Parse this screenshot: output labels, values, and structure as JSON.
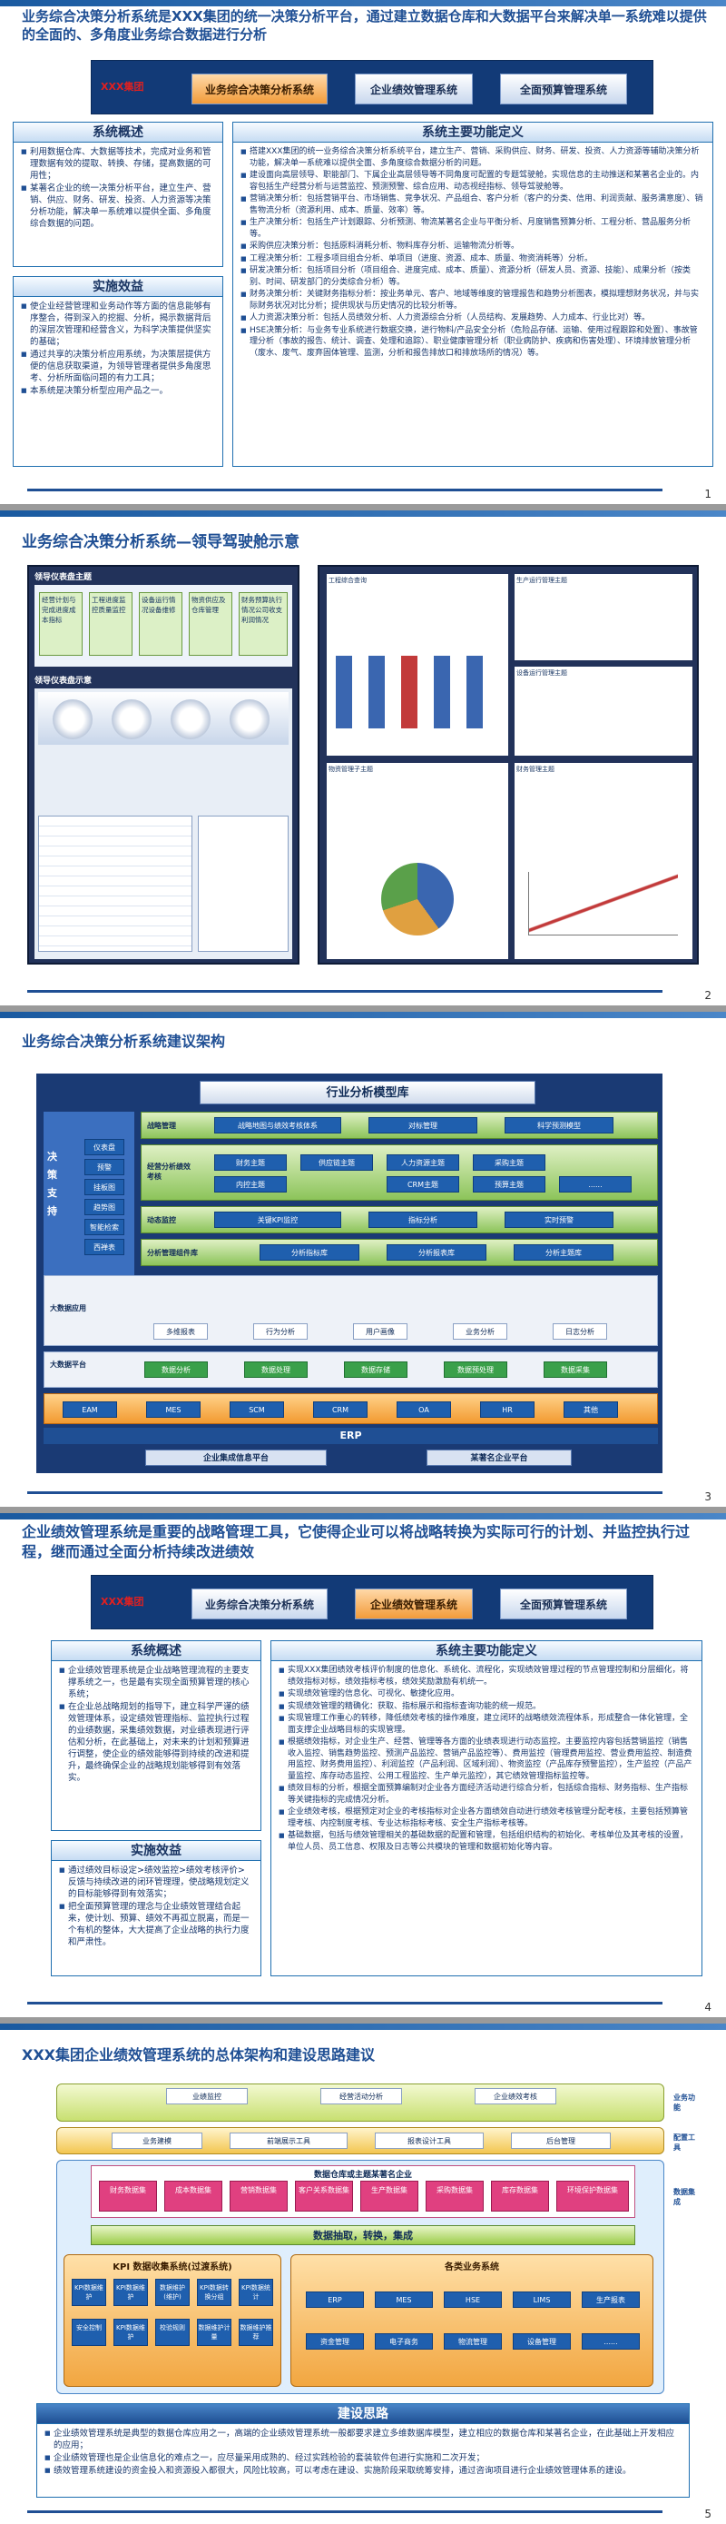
{
  "s1": {
    "title": "业务综合决策分析系统是XXX集团的统一决策分析平台，通过建立数据仓库和大数据平台来解决单一系统难以提供的全面的、多角度业务综合数据进行分析",
    "logo": "XXX集团",
    "tabs": [
      "业务综合决策分析系统",
      "企业绩效管理系统",
      "全面预算管理系统"
    ],
    "overview_title": "系统概述",
    "overview": [
      "利用数据仓库、大数据等技术，完成对业务和管理数据有效的提取、转换、存储，提高数据的可用性；",
      "某著名企业的统一决策分析平台，建立生产、营销、供应、财务、研发、投资、人力资源等决策分析功能，解决单一系统难以提供全面、多角度综合数据的问题。"
    ],
    "benefit_title": "实施效益",
    "benefits": [
      "使企业经营管理和业务动作等方面的信息能够有序整合，得到深入的挖掘、分析，揭示数据背后的深层次管理和经营含义，为科学决策提供坚实的基础；",
      "通过共享的决策分析应用系统，为决策层提供方便的信息获取渠道，为领导管理者提供多角度思考、分析所面临问题的有力工具；",
      "本系统是决策分析型应用产品之一。"
    ],
    "func_title": "系统主要功能定义",
    "funcs": [
      "搭建XXX集团的统一业务综合决策分析系统平台，建立生产、营销、采购供应、财务、研发、投资、人力资源等辅助决策分析功能，解决单一系统难以提供全面、多角度综合数据分析的问题。",
      "建设面向高层领导、职能部门、下属企业高层领导等不同角度可配置的专题驾驶舱，实现信息的主动推送和某著名企业的。内容包括生产经营分析与运营监控、预测预警、综合应用、动态视经指标、领导驾驶舱等。",
      "营销决策分析：包括营销平台、市场销售、竞争状况、产品组合、客户分析（客户的分类、信用、利润贡献、服务满意度）、销售物流分析（资源利用、成本、质量、效率）等。",
      "生产决策分析：包括生产计划跟踪、分析预测、物流某著名企业与平衡分析、月度销售预算分析、工程分析、营品服务分析等。",
      "采购供应决策分析：包括原料消耗分析、物料库存分析、运输物流分析等。",
      "工程决策分析：工程多项目组合分析、单项目（进度、资源、成本、质量、物资消耗等）分析。",
      "研发决策分析：包括项目分析（项目组合、进度完成、成本、质量）、资源分析（研发人员、资源、技能）、成果分析（按类别、时间、研发部门的分类综合分析）等。",
      "财务决策分析：关键财务指标分析：按业务单元、客户、地域等维度的管理报告和趋势分析图表，模拟理想财务状况，并与实际财务状况对比分析；提供现状与历史情况的比较分析等。",
      "人力资源决策分析：包括人员绩效分析、人力资源综合分析（人员结构、发展趋势、人力成本、行业比对）等。",
      "HSE决策分析：与业务专业系统进行数据交换，进行物料/产品安全分析（危险品存储、运输、使用过程跟踪和处置）、事故管理分析（事故的报告、统计、调查、处理和追踪）、职业健康管理分析（职业病防护、疾病和伤害处理）、环境排放管理分析（废水、废气、废弃固体管理、监测，分析和报告排放口和排放场所的情况）等。"
    ],
    "page": "1"
  },
  "s2": {
    "title": "业务综合决策分析系统—领导驾驶舱示意",
    "tl_label": "领导仪表盘主题",
    "topics": [
      "经营计划与完成进度成本指标",
      "工程进度监控质量监控",
      "设备运行情况设备维修",
      "物资供应及仓库管理",
      "财务预算执行情况公司收支利润情况"
    ],
    "tl2_label": "领导仪表盘示意",
    "panel_labels": [
      "工程综合查询",
      "生产运行管理主题",
      "设备运行管理主题",
      "物资管理子主题",
      "财务管理主题"
    ],
    "page": "2"
  },
  "s3": {
    "title": "业务综合决策分析系统建议架构",
    "header": "行业分析模型库",
    "left_label": "决策支持",
    "left_items": [
      "仪表盘",
      "预警",
      "挂板图",
      "趋势图",
      "智能检索",
      "西禅表"
    ],
    "rows": [
      {
        "label": "战略管理",
        "items": [
          "战略地图与绩效考核体系",
          "对标管理",
          "科学预测模型"
        ]
      },
      {
        "label": "经营分析绩效考核",
        "items": [
          "财务主题",
          "供应链主题",
          "人力资源主题",
          "采购主题",
          "CRM主题",
          "......",
          "内控主题",
          "预算主题"
        ]
      },
      {
        "label": "动态监控",
        "items": [
          "关键KPI监控",
          "指标分析",
          "实时预警"
        ]
      },
      {
        "label": "分析管理组件库",
        "items": [
          "分析指标库",
          "分析报表库",
          "分析主题库"
        ]
      }
    ],
    "bigdata_label": "大数据应用",
    "bigdata_items": [
      "多维报表",
      "行为分析",
      "用户画像",
      "业务分析",
      "日志分析"
    ],
    "platform_label": "大数据平台",
    "platform_items": [
      "数据分析",
      "数据处理",
      "数据存储",
      "数据预处理",
      "数据采集"
    ],
    "systems": [
      "EAM",
      "MES",
      "SCM",
      "CRM",
      "OA",
      "HR",
      "其他"
    ],
    "erp": "ERP",
    "bottom": [
      "企业集成信息平台",
      "某著名企业平台"
    ],
    "page": "3"
  },
  "s4": {
    "title": "企业绩效管理系统是重要的战略管理工具，它使得企业可以将战略转换为实际可行的计划、并监控执行过程，继而通过全面分析持续改进绩效",
    "logo": "XXX集团",
    "tabs": [
      "业务综合决策分析系统",
      "企业绩效管理系统",
      "全面预算管理系统"
    ],
    "overview_title": "系统概述",
    "overview": [
      "企业绩效管理系统是企业战略管理流程的主要支撑系统之一，也是最有实现全面预算管理的核心系统；",
      "在企业总战略规划的指导下，建立科学严谨的绩效管理体系，设定绩效管理指标、监控执行过程的业绩数据，采集绩效数据，对业绩表现进行评估和分析，在此基础上，对未来的计划和预算进行调整，使企业的绩效能够得到持续的改进和提升，最终确保企业的战略规划能够得到有效落实。"
    ],
    "benefit_title": "实施效益",
    "benefits": [
      "通过绩效目标设定>绩效监控>绩效考核评价>反馈与持续改进的闭环管理理，使战略规划定义的目标能够得到有效落实；",
      "把全面预算管理的理念与企业绩效管理结合起来，使计划、预算、绩效不再孤立脱离，而是一个有机的整体，大大提高了企业战略的执行力度和严肃性。"
    ],
    "func_title": "系统主要功能定义",
    "funcs": [
      "实现XXX集团绩效考核评价制度的信息化、系统化、流程化，实现绩效管理过程的节点管理控制和分层细化，将绩效指标对标，绩效指标考核，绩效奖励激励有机统一。",
      "实现绩效管理的信息化、可视化、敏捷化应用。",
      "实现绩效管理的精确化：获取、指标展示和指标查询功能的统一规范。",
      "实现管理工作重心的转移，降低绩效考核的操作难度，建立闭环的战略绩效流程体系，形成整合一体化管理，全面支撑企业战略目标的实现管理。",
      "根据绩效指标，对企业生产、经营、管理等各方面的业绩表现进行动态监控。主要监控内容包括营销监控（销售收入监控、销售趋势监控、预测产品监控、营销产品监控等）、费用监控（管理费用监控、营业费用监控、制造费用监控、财务费用监控）、利润监控（产品利润、区域利润）、物资监控（产品库存预警监控），生产监控（产品产量监控、库存动态监控、公用工程监控、生产单元监控），其它绩效管理指标监控等。",
      "绩效目标的分析，根据全面预算编制对企业各方面经济活动进行综合分析，包括综合指标、财务指标、生产指标等关键指标的完成情况分析。",
      "企业绩效考核，根据预定对企业的考核指标对企业各方面绩效自动进行绩效考核管理分配考核，主要包括预算管理考核、内控制度考核、专业达标指标考核、安全生产指标考核等。",
      "基础数据，包括与绩效管理相关的基础数据的配置和管理，包括组织结构的初始化、考核单位及其考核的设置，单位人员、员工信息、权限及日志等公共模块的管理和数据初始化等内容。"
    ],
    "page": "4"
  },
  "s5": {
    "title": "XXX集团企业绩效管理系统的总体架构和建设思路建议",
    "biz_label": "业务功能",
    "biz_items": [
      "业绩监控",
      "经营活动分析",
      "企业绩效考核"
    ],
    "tool_label": "配置工具",
    "tool_items": [
      "业务建模",
      "前端展示工具",
      "报表设计工具",
      "后台管理"
    ],
    "data_label": "数据集成",
    "warehouse": "数据仓库或主题某著名企业",
    "subjects": [
      "财务数据集",
      "成本数据集",
      "营销数据集",
      "客户关系数据集",
      "生产数据集",
      "采购数据集",
      "库存数据集",
      "环境保护数据集"
    ],
    "etl": "数据抽取，转换，集成",
    "kpi_title": "KPI 数据收集系统(过渡系统)",
    "kpi_items": [
      "KPI数据维护",
      "KPI数据维护",
      "数据维护(维护)",
      "KPI数据转换分组",
      "KPI数据统计",
      "安全控制",
      "KPI数据维护",
      "校验规则",
      "数据维护计量",
      "数据维护推荐"
    ],
    "src_title": "各类业务系统",
    "src_items": [
      "ERP",
      "MES",
      "HSE",
      "LIMS",
      "生产报表",
      "资金管理",
      "电子商务",
      "物流管理",
      "设备管理",
      "......"
    ],
    "idea_title": "建设思路",
    "ideas": [
      "企业绩效管理系统是典型的数据仓库应用之一，高端的企业绩效管理系统一般都要求建立多维数据库模型，建立相应的数据仓库和某著名企业，在此基础上开发相应的应用；",
      "企业绩效管理也是企业信息化的难点之一，应尽量采用成熟的、经过实践检验的套装软件包进行实施和二次开发；",
      "绩效管理系统建设的资金投入和资源投入都很大，风险比较高，可以考虑在建设、实施阶段采取统筹安排，通过咨询项目进行企业绩效管理体系的建设。"
    ],
    "page": "5"
  }
}
